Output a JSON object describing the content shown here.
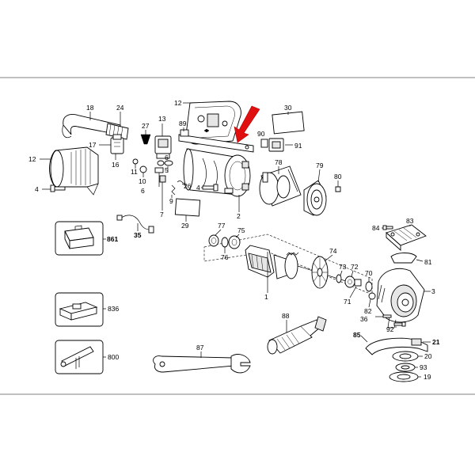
{
  "labels": {
    "l18": "18",
    "l24": "24",
    "l12a": "12",
    "l12b": "12",
    "l27": "27",
    "l13": "13",
    "l89": "89",
    "l30": "30",
    "l17": "17",
    "l16": "16",
    "l11": "11",
    "l10": "10",
    "l6a": "6",
    "l6b": "6",
    "l5": "5",
    "l4a": "4",
    "l4b": "4",
    "l26": "26",
    "l9": "9",
    "l7": "7",
    "l90": "90",
    "l91": "91",
    "l78": "78",
    "l79": "79",
    "l80": "80",
    "l2": "2",
    "l29": "29",
    "l35": "35",
    "l861": "861",
    "l77": "77",
    "l75": "75",
    "l76": "76",
    "l74": "74",
    "l73": "73",
    "l72": "72",
    "l70": "70",
    "l71": "71",
    "l1": "1",
    "l84": "84",
    "l83": "83",
    "l81": "81",
    "l3": "3",
    "l82": "82",
    "l36": "36",
    "l92": "92",
    "l836": "836",
    "l88": "88",
    "l87": "87",
    "l85": "85",
    "l21": "21",
    "l20": "20",
    "l93": "93",
    "l19": "19",
    "l800": "800"
  },
  "accent_color": "#e01010",
  "icons": [
    "arrow-indicator-icon"
  ]
}
